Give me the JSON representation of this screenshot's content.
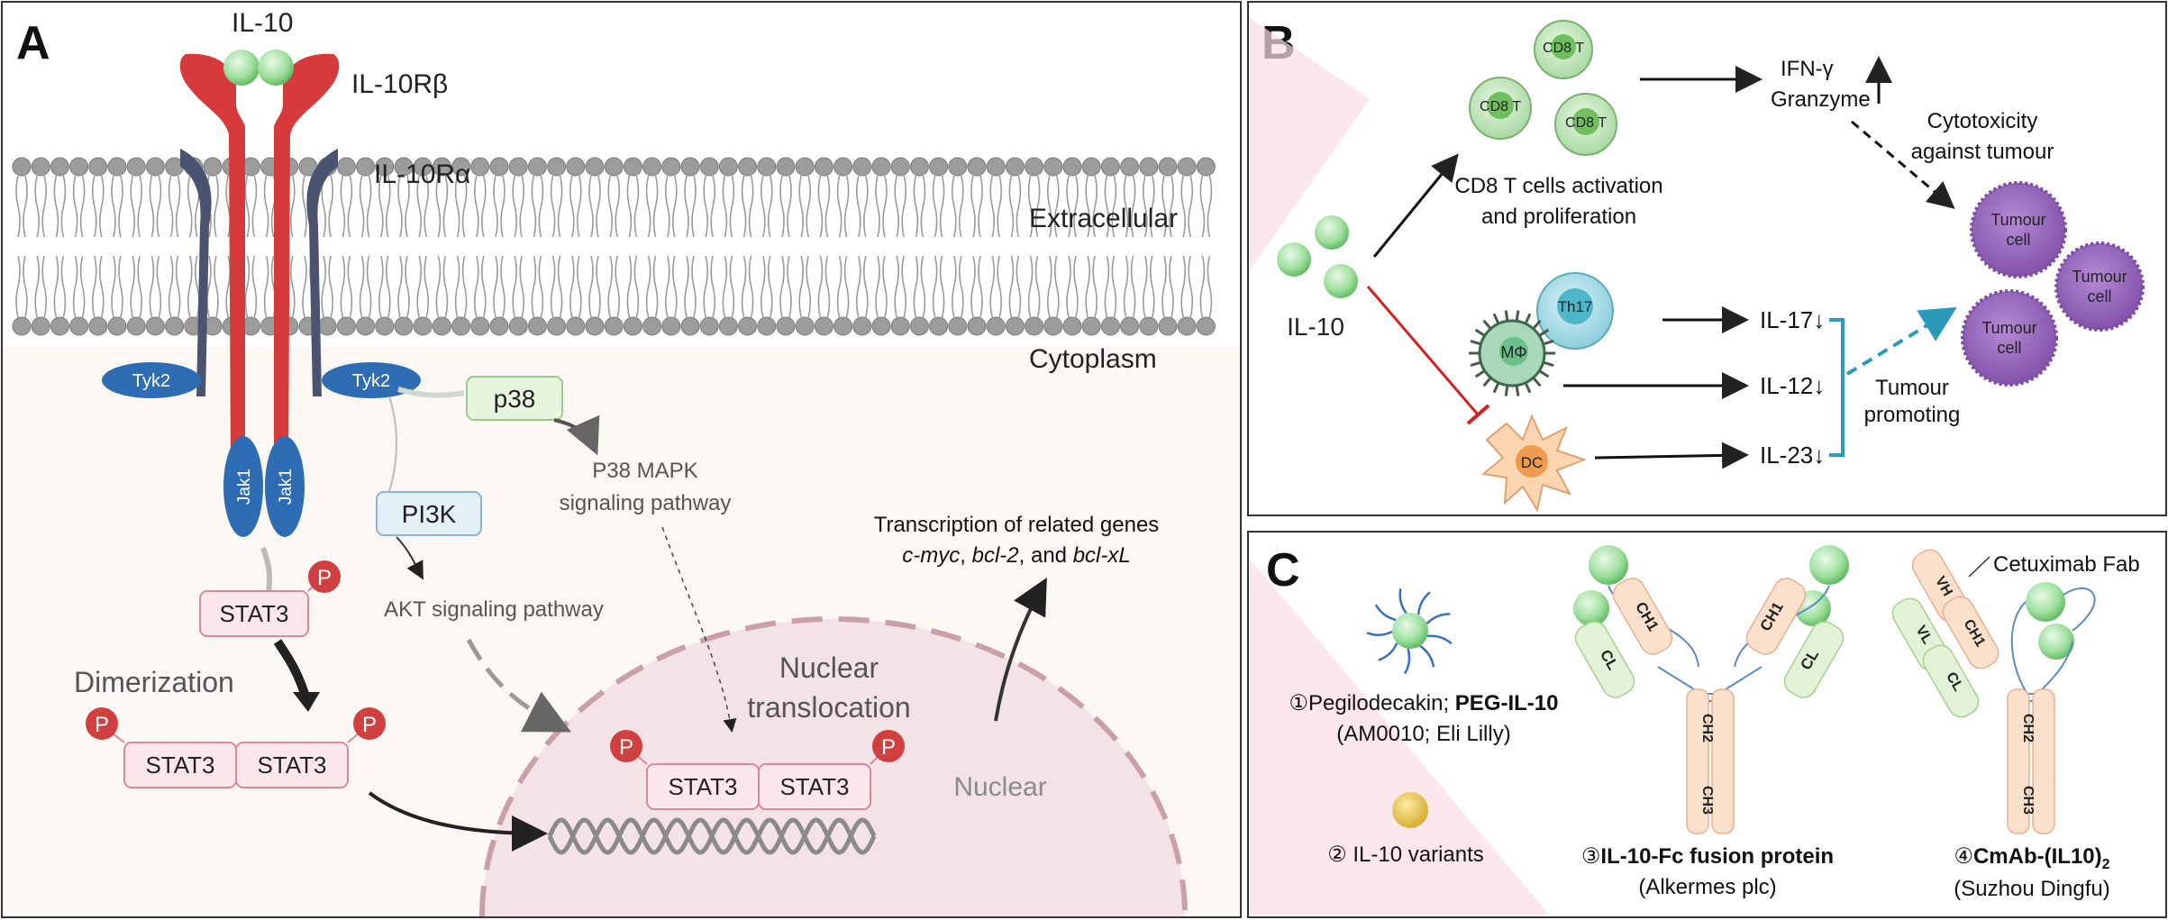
{
  "panels": {
    "a": "A",
    "b": "B",
    "c": "C"
  },
  "panel_a": {
    "il10": "IL-10",
    "il10rb": "IL-10Rβ",
    "il10ra": "IL-10Rα",
    "extracellular": "Extracellular",
    "cytoplasm": "Cytoplasm",
    "tyk2_left": "Tyk2",
    "tyk2_right": "Tyk2",
    "jak1_left": "Jak1",
    "jak1_right": "Jak1",
    "p38": "p38",
    "p38_pathway_line1": "P38 MAPK",
    "p38_pathway_line2": "signaling pathway",
    "pi3k": "PI3K",
    "akt": "AKT signaling pathway",
    "stat3_single": "STAT3",
    "phospho": "P",
    "dimerization": "Dimerization",
    "stat3_dimer_left": "STAT3",
    "stat3_dimer_right": "STAT3",
    "nuclear_translocation_line1": "Nuclear",
    "nuclear_translocation_line2": "translocation",
    "stat3_nuc_left": "STAT3",
    "stat3_nuc_right": "STAT3",
    "nuclear": "Nuclear",
    "transcription_line1": "Transcription of related genes",
    "genes": {
      "g1": "c-myc",
      "sep1": ", ",
      "g2": "bcl-2",
      "sep2": ", and ",
      "g3": "bcl-xL"
    }
  },
  "panel_b": {
    "il10": "IL-10",
    "cd8_cell": "CD8 T",
    "cd8_activation_line1": "CD8 T cells activation",
    "cd8_activation_line2": "and proliferation",
    "ifn": "IFN-γ",
    "granzyme": "Granzyme",
    "cytotoxicity_line1": "Cytotoxicity",
    "cytotoxicity_line2": "against tumour",
    "tumour_line1": "Tumour",
    "tumour_line2": "cell",
    "th17": "Th17",
    "macrophage": "MΦ",
    "dc": "DC",
    "il17": "IL-17↓",
    "il12": "IL-12↓",
    "il23": "IL-23↓",
    "promoting_line1": "Tumour",
    "promoting_line2": "promoting"
  },
  "panel_c": {
    "peg_num": "①",
    "peg_name": "Pegilodecakin; ",
    "peg_bold": "PEG-IL-10",
    "peg_company": "(AM0010; Eli Lilly)",
    "variants_num": "②",
    "variants": " IL-10 variants",
    "fc_num": "③",
    "fc_bold": "IL-10-Fc fusion protein",
    "fc_company": "(Alkermes plc)",
    "cmab_num": "④",
    "cmab_bold": "CmAb-(IL10)",
    "cmab_sub": "2",
    "cmab_company": "(Suzhou Dingfu)",
    "cetuximab": "Cetuximab Fab",
    "domains": {
      "ch1": "CH1",
      "ch2": "CH2",
      "ch3": "CH3",
      "cl": "CL",
      "vh": "VH",
      "vl": "VL"
    }
  },
  "colors": {
    "receptor_beta": "#d63a3a",
    "receptor_alpha": "#4a5470",
    "kinase": "#2e6db4",
    "stat3_box": "#fce8ec",
    "phospho": "#d04040",
    "il10_sphere": "#8fd98f",
    "tumour": "#8c5fb0",
    "nucleus": "#f3e2e6"
  }
}
